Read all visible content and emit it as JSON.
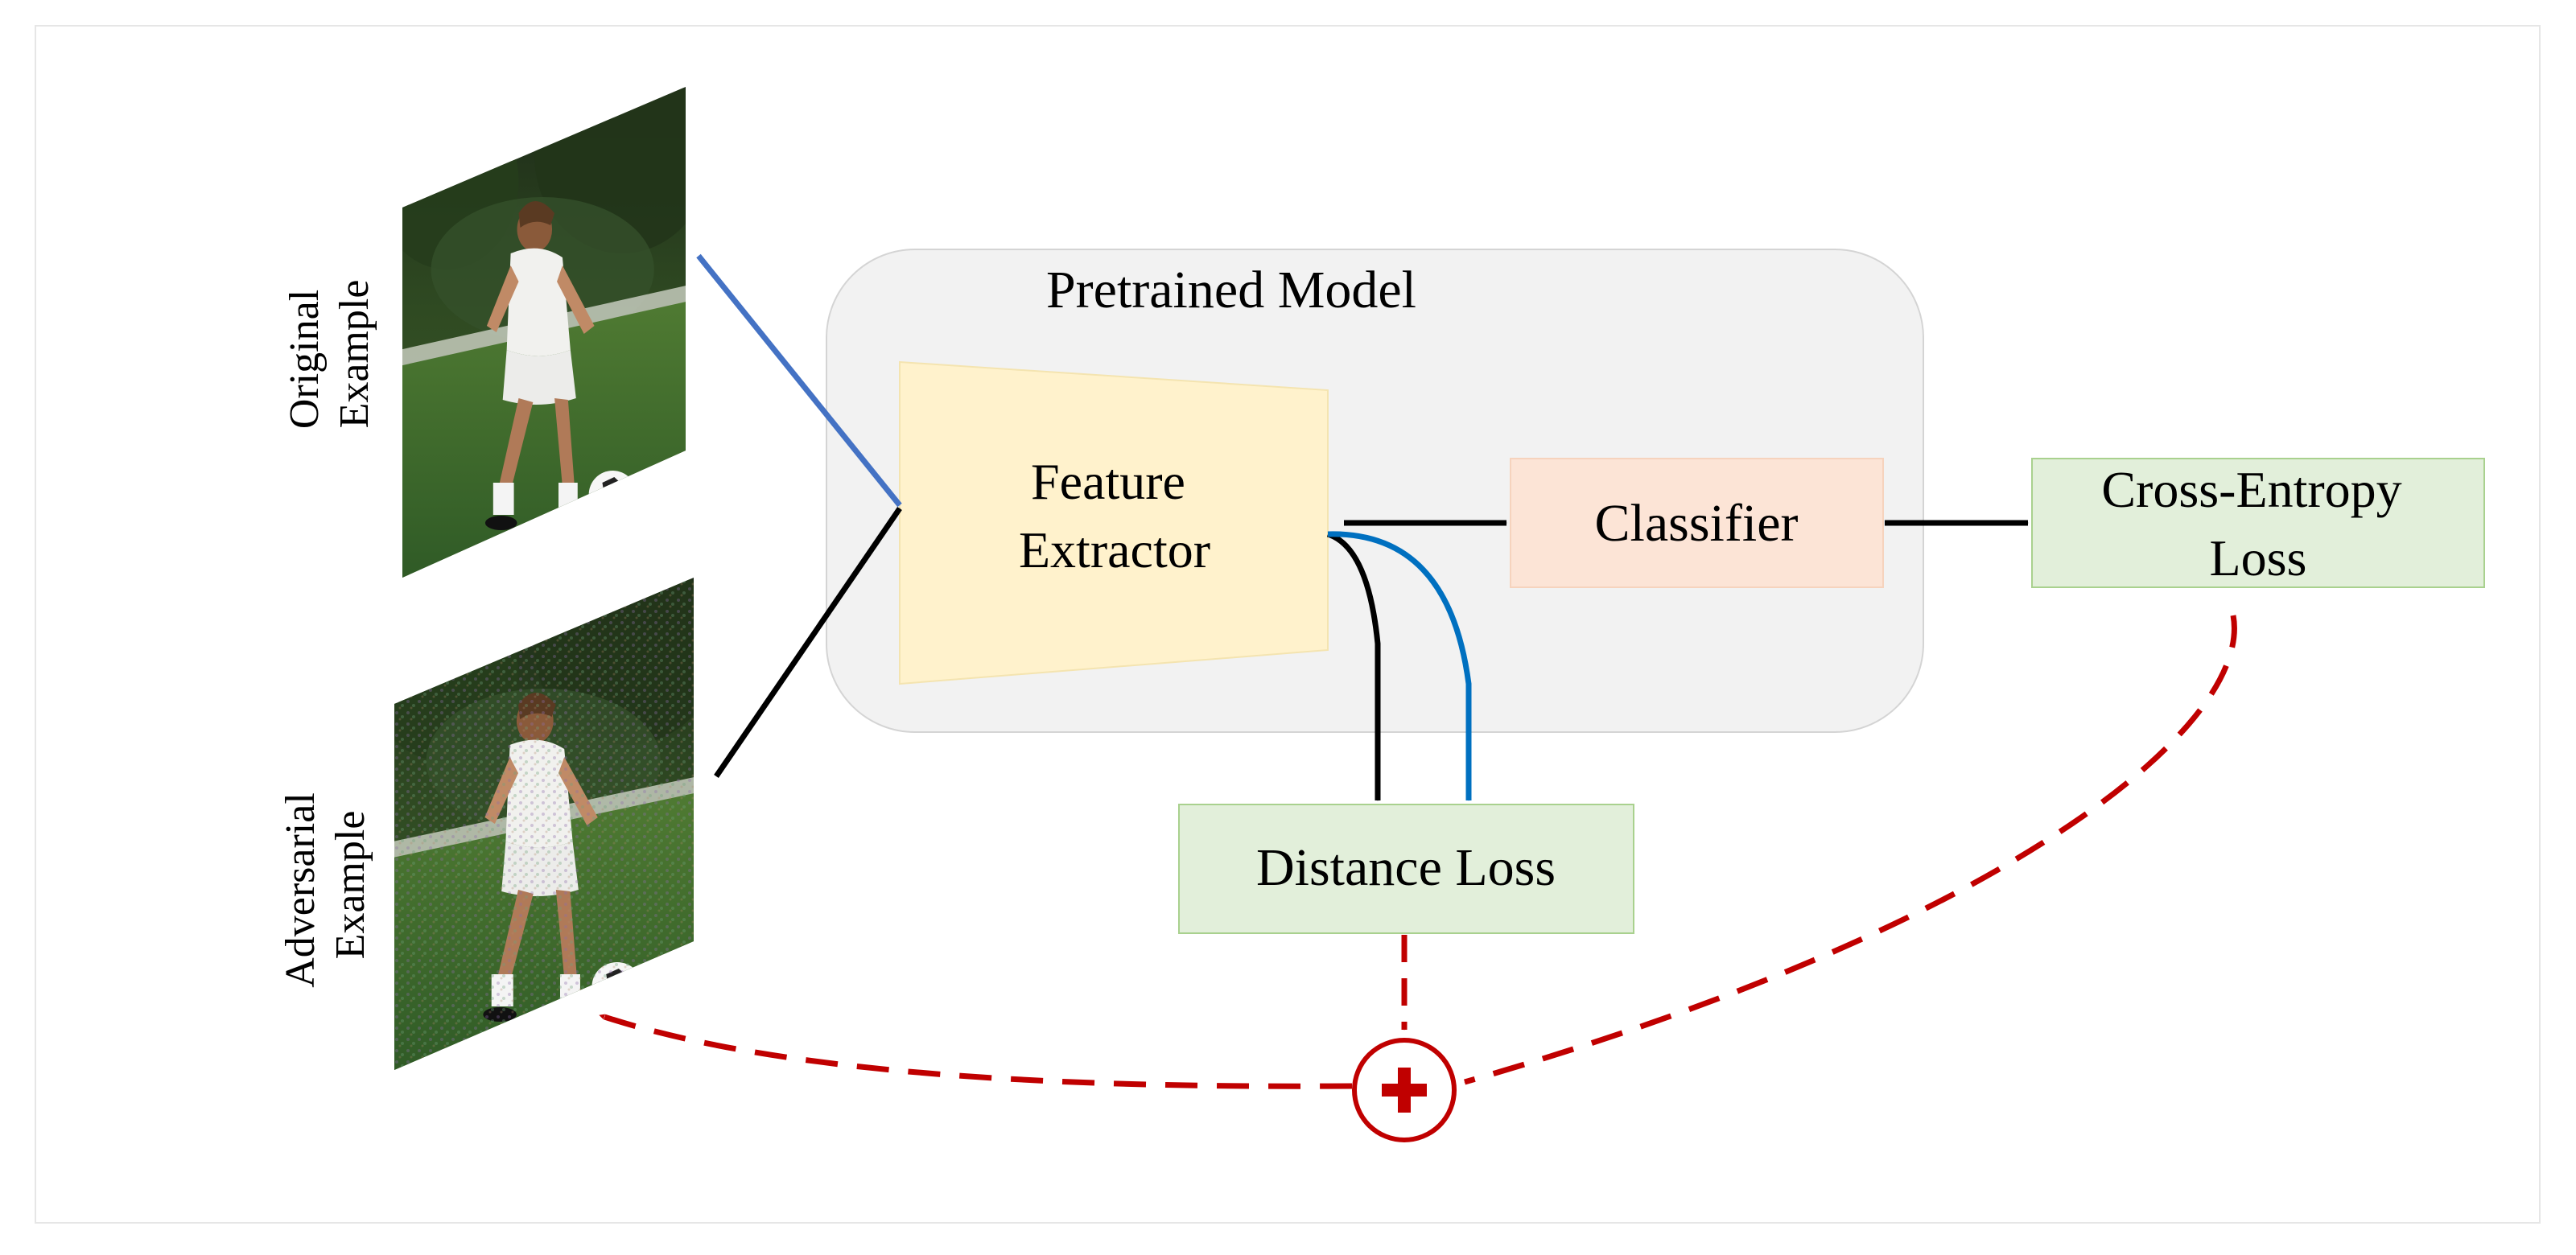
{
  "images": {
    "original_label_line1": "Original",
    "original_label_line2": "Example",
    "adversarial_label_line1": "Adversarial",
    "adversarial_label_line2": "Example"
  },
  "pretrained_model": {
    "title": "Pretrained Model"
  },
  "feature_extractor": {
    "line1": "Feature",
    "line2": "Extractor"
  },
  "classifier": {
    "label": "Classifier"
  },
  "cross_entropy_loss": {
    "line1": "Cross-Entropy",
    "line2": "Loss"
  },
  "distance_loss": {
    "label": "Distance Loss"
  },
  "colors": {
    "model_bg": "#f2f2f2",
    "model_border": "#d0d0d0",
    "extractor_fill": "#fff2cc",
    "classifier_fill": "#fce4d6",
    "loss_fill": "#e2efda",
    "loss_border": "#a9d18e",
    "blue_arrow": "#4472c4",
    "cyan_arrow": "#0070c0",
    "black_arrow": "#000000",
    "red_dashed": "#c00000"
  },
  "icons": {
    "sum_node": "plus-circle-icon"
  }
}
